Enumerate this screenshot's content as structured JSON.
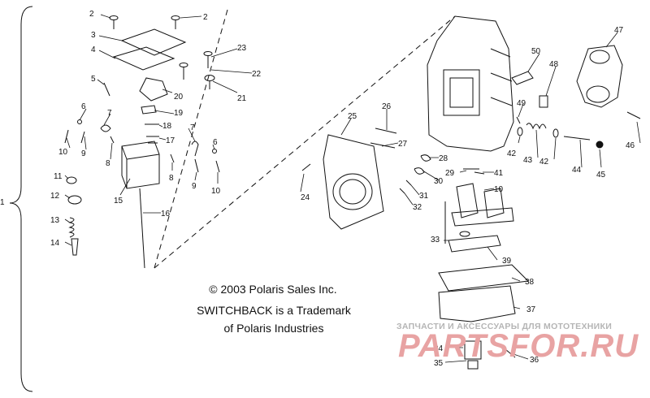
{
  "notice": {
    "copyright": "© 2003 Polaris Sales Inc.",
    "trademark_line1": "SWITCHBACK is a Trademark",
    "trademark_line2": "of Polaris Industries"
  },
  "watermark": {
    "caption": "ЗАПЧАСТИ И АКСЕССУАРЫ ДЛЯ МОТОТЕХНИКИ",
    "logo": "PARTSFOR.RU",
    "color": "#e8a3a3"
  },
  "callouts": {
    "c1": "1",
    "c2a": "2",
    "c2b": "2",
    "c3": "3",
    "c4": "4",
    "c5": "5",
    "c6a": "6",
    "c6b": "6",
    "c7a": "7",
    "c7b": "7",
    "c8a": "8",
    "c8b": "8",
    "c9a": "9",
    "c9b": "9",
    "c10a": "10",
    "c10b": "10",
    "c10c": "10",
    "c11": "11",
    "c12": "12",
    "c13": "13",
    "c14": "14",
    "c15": "15",
    "c16": "16",
    "c17": "17",
    "c18": "18",
    "c19": "19",
    "c20": "20",
    "c21": "21",
    "c22": "22",
    "c23": "23",
    "c24": "24",
    "c25": "25",
    "c26": "26",
    "c27": "27",
    "c28": "28",
    "c29": "29",
    "c30": "30",
    "c31": "31",
    "c32": "32",
    "c33": "33",
    "c34": "34",
    "c35": "35",
    "c36": "36",
    "c37": "37",
    "c38": "38",
    "c39": "39",
    "c41": "41",
    "c42a": "42",
    "c42b": "42",
    "c43": "43",
    "c44": "44",
    "c45": "45",
    "c46": "46",
    "c47": "47",
    "c48": "48",
    "c49": "49",
    "c50": "50"
  }
}
